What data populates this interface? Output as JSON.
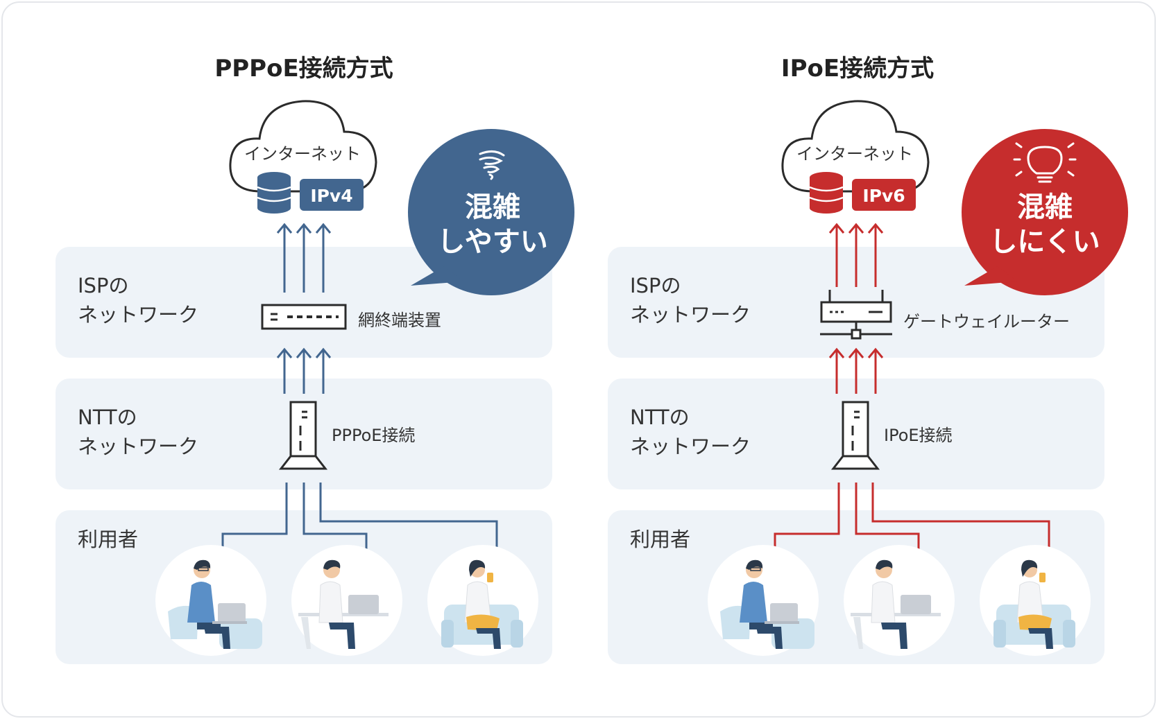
{
  "colors": {
    "blue": "#42668f",
    "red": "#c62d2d",
    "band": "#eef3f8",
    "ink": "#2b2b2b"
  },
  "left": {
    "title": "PPPoE接続方式",
    "cloud_label": "インターネット",
    "ip_badge": "IPv4",
    "bubble_line1": "混雑",
    "bubble_line2": "しやすい",
    "bubble_icon": "tornado-icon",
    "isp_label_1": "ISPの",
    "isp_label_2": "ネットワーク",
    "isp_device": "網終端装置",
    "isp_device_icon": "switch-icon",
    "ntt_label_1": "NTTの",
    "ntt_label_2": "ネットワーク",
    "ntt_device": "PPPoE接続",
    "users_label": "利用者"
  },
  "right": {
    "title": "IPoE接続方式",
    "cloud_label": "インターネット",
    "ip_badge": "IPv6",
    "bubble_line1": "混雑",
    "bubble_line2": "しにくい",
    "bubble_icon": "lightbulb-icon",
    "isp_label_1": "ISPの",
    "isp_label_2": "ネットワーク",
    "isp_device": "ゲートウェイルーター",
    "isp_device_icon": "router-icon",
    "ntt_label_1": "NTTの",
    "ntt_label_2": "ネットワーク",
    "ntt_device": "IPoE接続",
    "users_label": "利用者"
  }
}
